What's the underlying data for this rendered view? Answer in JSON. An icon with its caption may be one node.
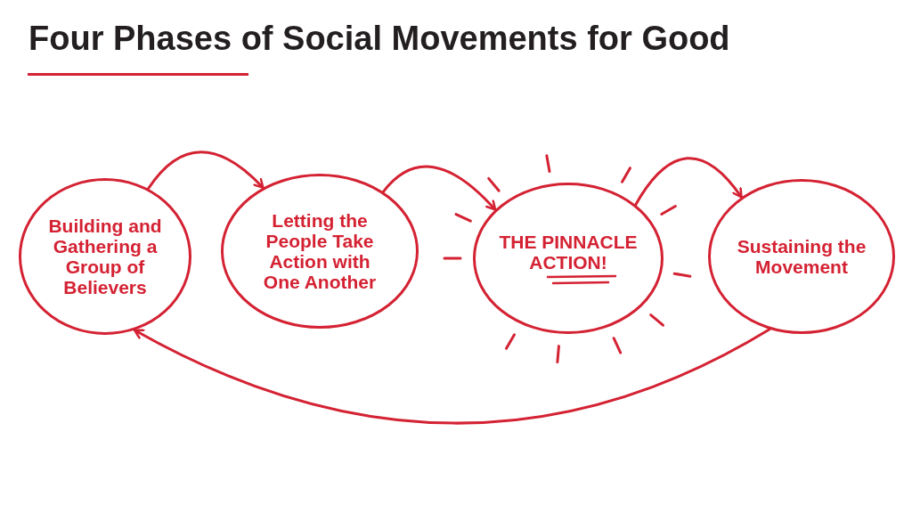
{
  "diagram": {
    "title": "Four Phases of Social Movements for Good",
    "nodes": [
      {
        "text": [
          "Building and Gathering a Group of Believers"
        ]
      },
      {
        "text": [
          "Letting the People Take Action with One Another"
        ]
      },
      {
        "text": [
          "THE PINNACLE ACTION!"
        ]
      },
      {
        "text": [
          "Sustaining the Movement"
        ]
      }
    ],
    "edges": [
      {
        "from": 0,
        "to": 1,
        "arrow": "to"
      },
      {
        "from": 1,
        "to": 2,
        "arrow": "to"
      },
      {
        "from": 2,
        "to": 3,
        "arrow": "to"
      },
      {
        "from": 3,
        "to": 0,
        "arrow": "to"
      }
    ]
  }
}
